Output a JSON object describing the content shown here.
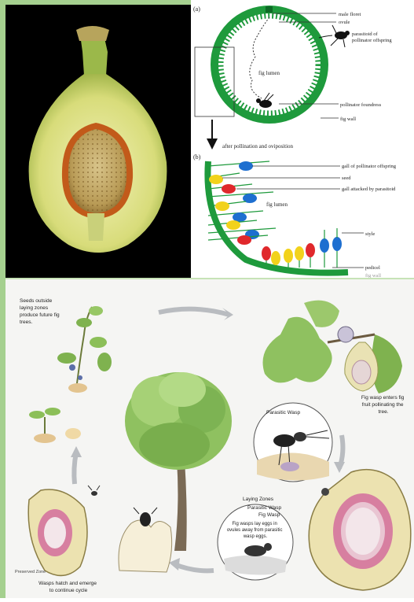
{
  "panel_a": {
    "tag": "(a)",
    "labels": {
      "male_floret": "male floret",
      "ovule": "ovule",
      "parasitoid_line1": "parasitoid of",
      "parasitoid_line2": "pollinator offspring",
      "fig_lumen": "fig lumen",
      "pollinator_foundress": "pollinator foundress",
      "fig_wall": "fig wall"
    }
  },
  "transition": "after pollination and oviposition",
  "panel_b": {
    "tag": "(b)",
    "labels": {
      "gall_offspring": "gall of pollinator offspring",
      "seed": "seed",
      "gall_attacked": "gall attacked by parasitoid",
      "fig_lumen": "fig lumen",
      "style": "style",
      "pedicel": "pedicel",
      "fig_wall": "fig wall"
    }
  },
  "illustration": {
    "seeds_outside": [
      "Seeds outside",
      "laying zones",
      "produce future fig",
      "trees."
    ],
    "wasp_enters": [
      "Fig wasp enters fig",
      "fruit pollinating the",
      "tree."
    ],
    "parasitic_wasp_title": "Parasitic Wasp",
    "laying_zones": "Laying Zones",
    "parasitic_wasp_label": "Parasitic Wasp",
    "fig_wasp_label": "Fig Wasp",
    "lay_eggs": [
      "Fig wasps lay eggs in",
      "ovules away from parasitic",
      "wasp eggs."
    ],
    "preserved_zone": "Preserved Zone",
    "hatch": [
      "Wasps hatch and emerge",
      "to continue cycle"
    ]
  },
  "colors": {
    "fig_green": "#1e9a3c",
    "gall_blue": "#1e6fd0",
    "seed_yellow": "#f2d21b",
    "parasitoid_red": "#e0282c",
    "border_green": "#a5d08f"
  }
}
